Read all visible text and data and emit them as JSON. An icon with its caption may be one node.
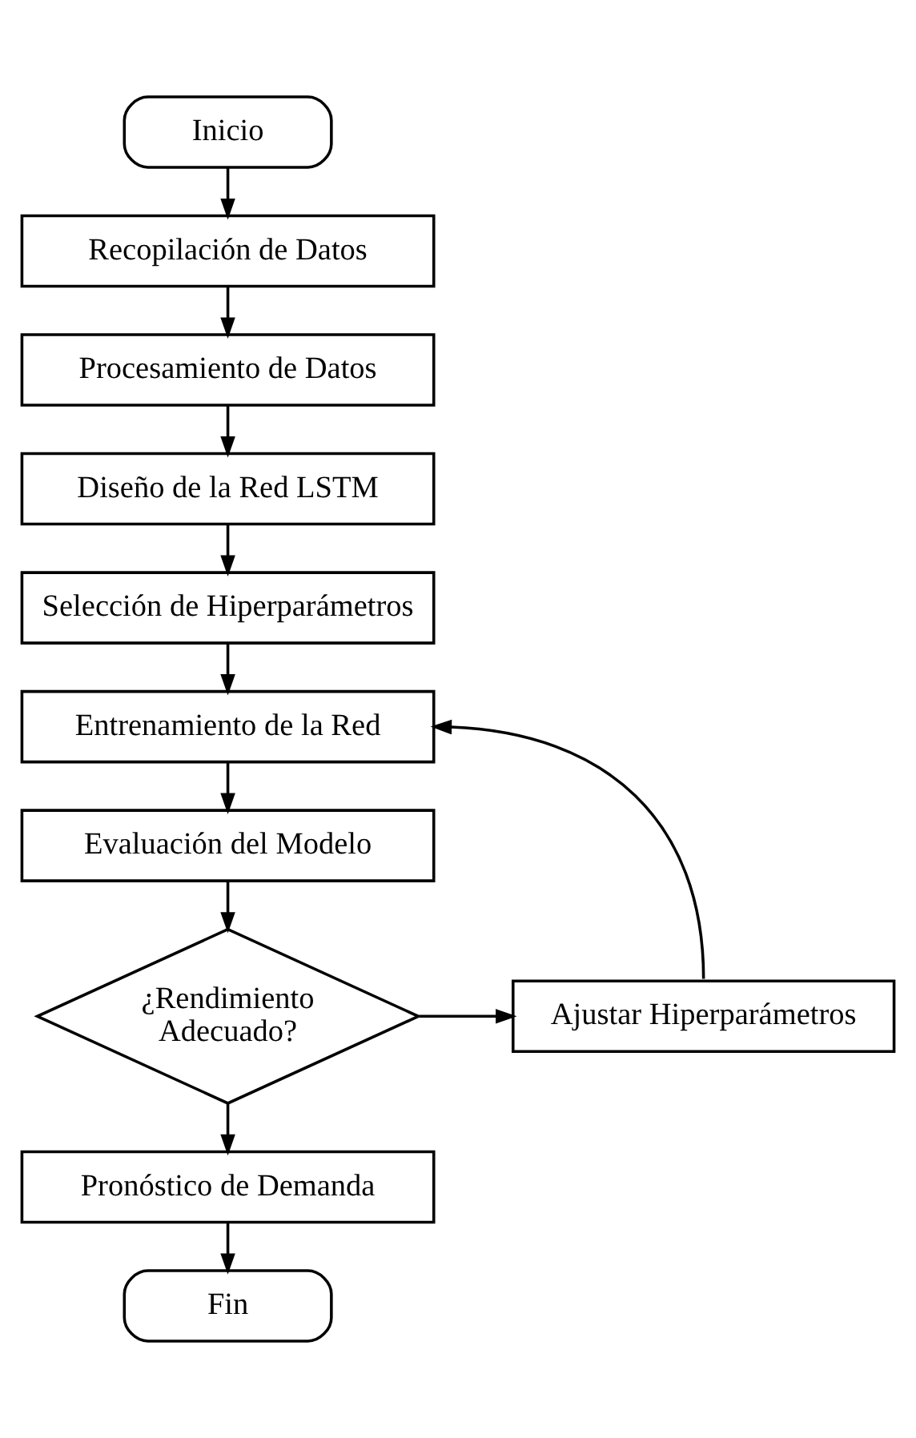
{
  "diagram": {
    "nodes": [
      {
        "text": [
          "Inicio"
        ]
      },
      {
        "text": [
          "Recopilación de Datos"
        ]
      },
      {
        "text": [
          "Procesamiento de Datos"
        ]
      },
      {
        "text": [
          "Diseño de la Red LSTM"
        ]
      },
      {
        "text": [
          "Selección de Hiperparámetros"
        ]
      },
      {
        "text": [
          "Entrenamiento de la Red"
        ]
      },
      {
        "text": [
          "Evaluación del Modelo"
        ]
      },
      {
        "text": [
          "¿Rendimiento Adecuado?"
        ]
      },
      {
        "text": [
          "Ajustar Hiperparámetros"
        ]
      },
      {
        "text": [
          "Pronóstico de Demanda"
        ]
      },
      {
        "text": [
          "Fin"
        ]
      }
    ],
    "edges": [
      {
        "from": 0,
        "to": 1,
        "arrow": "to"
      },
      {
        "from": 1,
        "to": 2,
        "arrow": "to"
      },
      {
        "from": 2,
        "to": 3,
        "arrow": "to"
      },
      {
        "from": 3,
        "to": 4,
        "arrow": "to"
      },
      {
        "from": 4,
        "to": 5,
        "arrow": "to"
      },
      {
        "from": 5,
        "to": 6,
        "arrow": "to"
      },
      {
        "from": 6,
        "to": 7,
        "arrow": "to"
      },
      {
        "from": 7,
        "to": 8,
        "arrow": "to"
      },
      {
        "from": 8,
        "to": 5,
        "arrow": "to"
      },
      {
        "from": 7,
        "to": 9,
        "arrow": "to"
      },
      {
        "from": 9,
        "to": 10,
        "arrow": "to"
      }
    ]
  }
}
